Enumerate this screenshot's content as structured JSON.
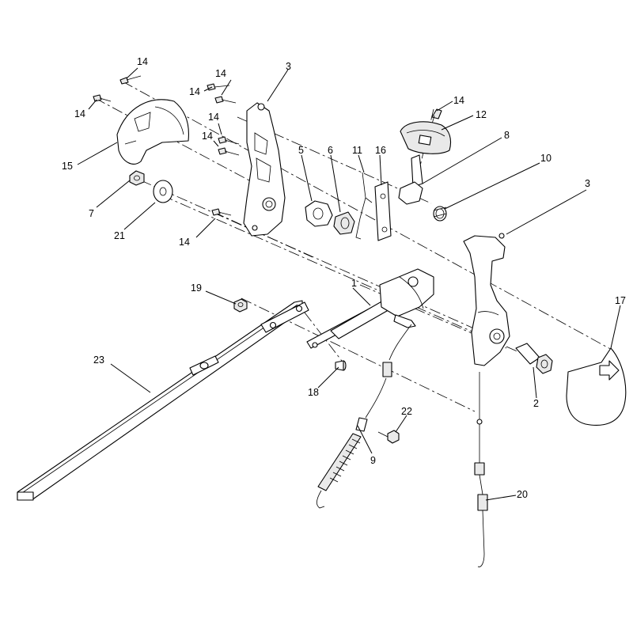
{
  "diagram": {
    "callouts": {
      "c14a": "14",
      "c14b": "14",
      "c14c": "14",
      "c14d": "14",
      "c14e": "14",
      "c14f": "14",
      "c14g": "14",
      "c14h": "14",
      "c3a": "3",
      "c3b": "3",
      "c15": "15",
      "c7": "7",
      "c21": "21",
      "c5": "5",
      "c6": "6",
      "c11": "11",
      "c16": "16",
      "c12": "12",
      "c8": "8",
      "c10": "10",
      "c17": "17",
      "c2": "2",
      "c1": "1",
      "c19": "19",
      "c23": "23",
      "c18": "18",
      "c22": "22",
      "c9": "9",
      "c20": "20"
    }
  }
}
